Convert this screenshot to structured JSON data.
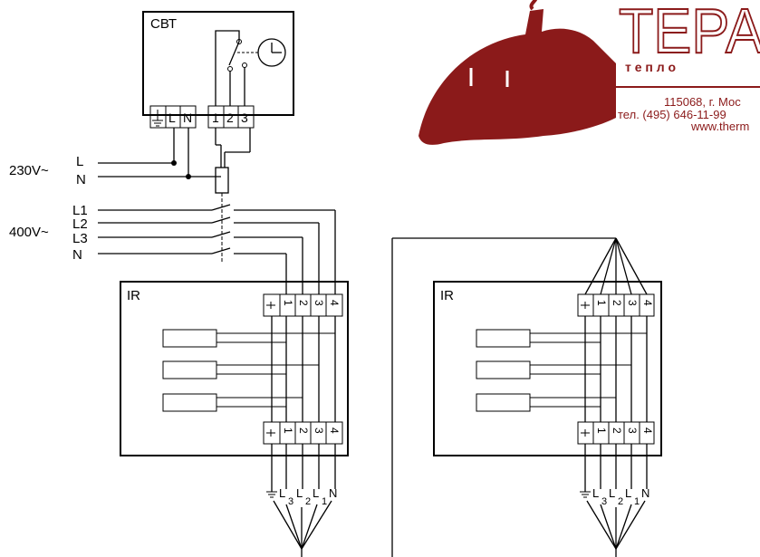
{
  "thermostat": {
    "label": "СВТ",
    "terminals": [
      "L",
      "N",
      "1",
      "2",
      "3"
    ]
  },
  "supply": {
    "v230": "230V~",
    "v400": "400V~",
    "lines230": [
      "L",
      "N"
    ],
    "lines400": [
      "L1",
      "L2",
      "L3",
      "N"
    ]
  },
  "heater_left": {
    "label": "IR",
    "terminals": [
      "1",
      "2",
      "3",
      "4"
    ]
  },
  "heater_right": {
    "label": "IR",
    "terminals": [
      "1",
      "2",
      "3",
      "4"
    ]
  },
  "outputs": [
    "L",
    "3",
    "L",
    "2",
    "L",
    "1",
    "N"
  ],
  "logo": {
    "brand": "ТЕРА",
    "tagline": "т е п л о",
    "address": "115068, г. Мос",
    "phone": "тел. (495) 646-11-99",
    "web": "www.therm",
    "color": "#8b1a1a"
  }
}
